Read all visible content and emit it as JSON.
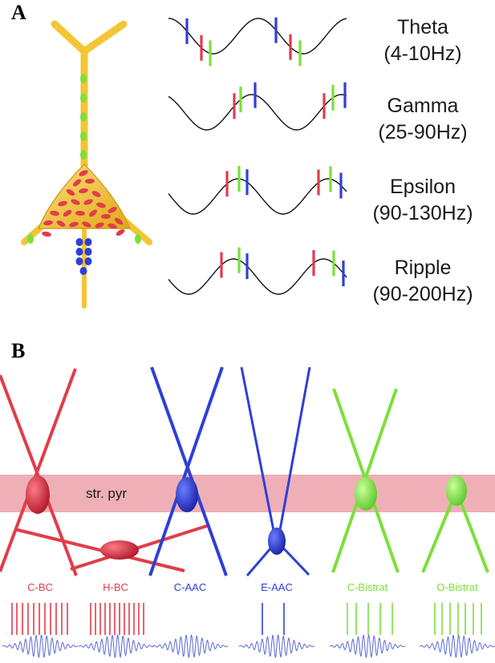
{
  "panels": {
    "a": "A",
    "b": "B"
  },
  "oscillations": [
    {
      "name": "Theta",
      "range": "(4-10Hz)"
    },
    {
      "name": "Gamma",
      "range": "(25-90Hz)"
    },
    {
      "name": "Epsilon",
      "range": "(90-130Hz)"
    },
    {
      "name": "Ripple",
      "range": "(90-200Hz)"
    }
  ],
  "layer_label": "str. pyr",
  "cell_types": [
    {
      "label": "C-BC",
      "color": "#e23c4a"
    },
    {
      "label": "H-BC",
      "color": "#e23c4a"
    },
    {
      "label": "C-AAC",
      "color": "#2f3fd6"
    },
    {
      "label": "E-AAC",
      "color": "#2f3fd6"
    },
    {
      "label": "C-Bistrat",
      "color": "#7be03a"
    },
    {
      "label": "O-Bistrat",
      "color": "#7be03a"
    }
  ],
  "colors": {
    "soma": "#f2c22e",
    "dendrite": "#f4c534",
    "red": "#e23c4a",
    "blue": "#2f3fd6",
    "green": "#7be03a",
    "band": "#eeb0b6",
    "wave": "#5a6ad6"
  }
}
